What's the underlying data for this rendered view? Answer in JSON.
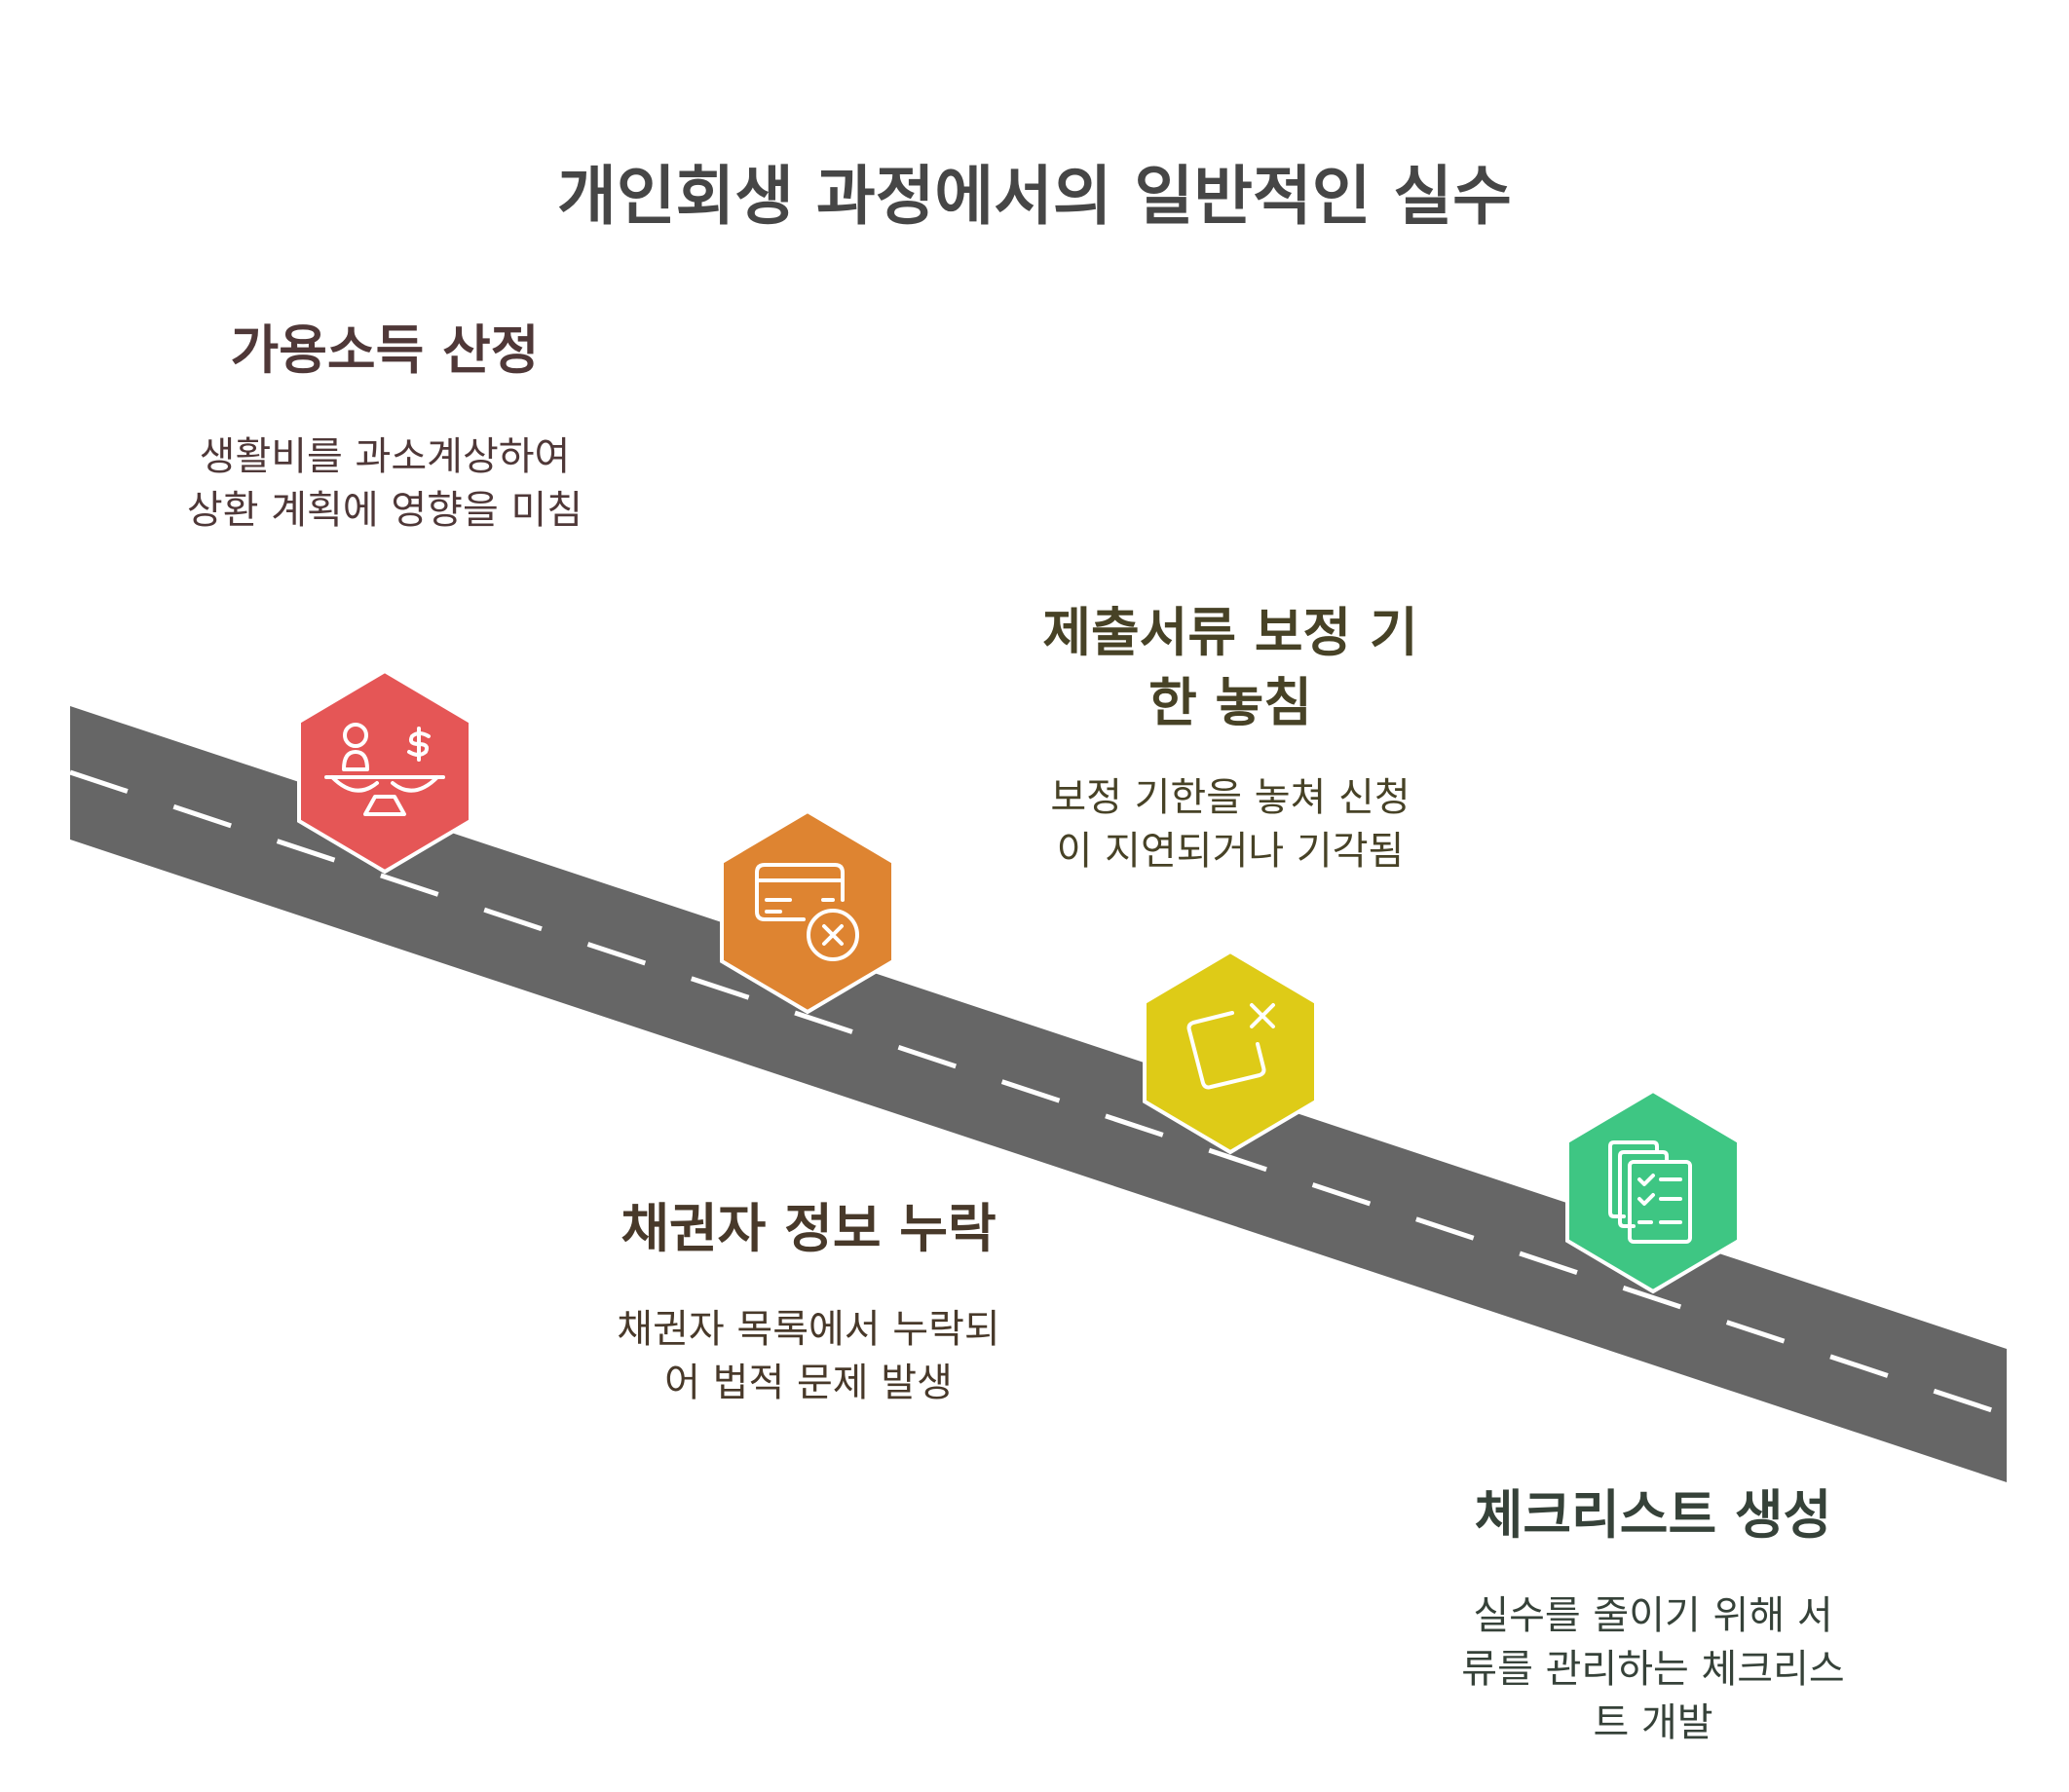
{
  "title": "개인회생 과정에서의 일반적인 실수",
  "colors": {
    "road": "#666666",
    "lane": "#ffffff",
    "step1": "#E55656",
    "step2": "#DE8431",
    "step3": "#DECB17",
    "step4": "#3EC683"
  },
  "steps": [
    {
      "title": "가용소득 산정",
      "description": "생활비를 과소계상하여 상환 계획에 영향을 미침",
      "icon": "salary-balance-icon",
      "title_color": "#4F3838",
      "desc_color": "#4F3838"
    },
    {
      "title": "채권자 정보 누락",
      "description": "채권자 목록에서 누락되어 법적 문제 발생",
      "icon": "card-cancel-icon",
      "title_color": "#48392A",
      "desc_color": "#48392A"
    },
    {
      "title": "제출서류 보정 기한 놓침",
      "description": "보정 기한을 놓쳐 신청이 지연되거나 기각됨",
      "icon": "missed-deadline-icon",
      "title_color": "#474226",
      "desc_color": "#474226"
    },
    {
      "title": "체크리스트 생성",
      "description": "실수를 줄이기 위해 서류를 관리하는 체크리스트 개발",
      "icon": "checklist-icon",
      "title_color": "#364239",
      "desc_color": "#364239"
    }
  ]
}
